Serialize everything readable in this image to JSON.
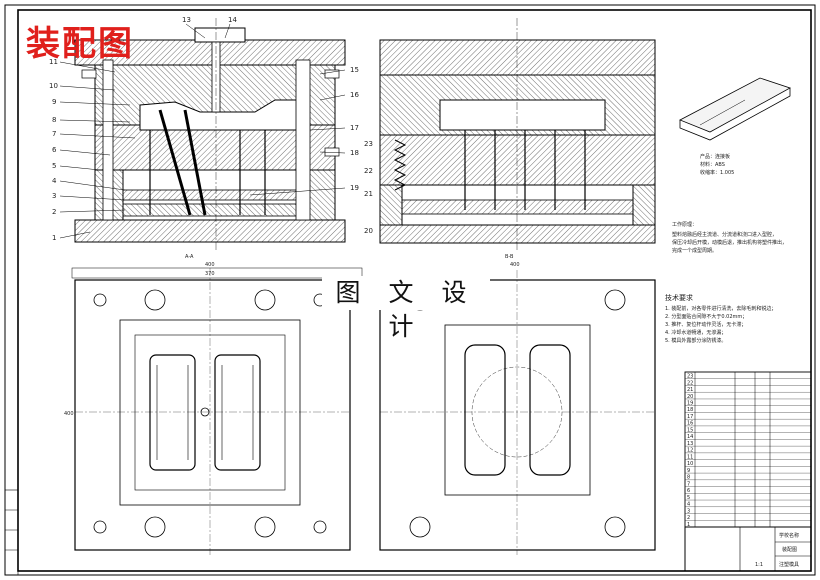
{
  "drawing": {
    "title": "装配图",
    "watermark": "图 文 设 计",
    "part_numbers_left": [
      "11",
      "10",
      "9",
      "8",
      "7",
      "6",
      "5",
      "4",
      "3",
      "2",
      "1"
    ],
    "part_numbers_top": [
      "13",
      "14"
    ],
    "part_numbers_right": [
      "15",
      "16",
      "17",
      "18",
      "19"
    ],
    "part_numbers_right_view": [
      "23",
      "22",
      "21",
      "20"
    ],
    "section_label_a": "A-A",
    "section_label_b": "B-B",
    "dim_400": "400",
    "dim_370": "370",
    "dim_width_plan": "400",
    "dim_side": "400"
  },
  "product": {
    "name_label": "产品：",
    "name_value": "连接板",
    "material_label": "材料：",
    "material_value": "ABS",
    "shrink_label": "收缩率：",
    "shrink_value": "1.005"
  },
  "notes_work": {
    "heading": "工作原理：",
    "lines": [
      "塑料熔融后经主流道、分流道和浇口进入型腔，",
      "保压冷却后开模，动模后退，推出机构将塑件推出，",
      "完成一个成型周期。"
    ]
  },
  "notes_tech": {
    "heading": "技术要求",
    "lines": [
      "1. 装配前，对各零件进行清洗，去除毛刺和锐边；",
      "2. 分型面贴合间隙不大于0.02mm；",
      "3. 推杆、复位杆动作灵活，无卡滞；",
      "4. 冷却水道畅通，无渗漏；",
      "5. 模具外露部分涂防锈漆。"
    ]
  },
  "bom": {
    "rows": [
      "23",
      "22",
      "21",
      "20",
      "19",
      "18",
      "17",
      "16",
      "15",
      "14",
      "13",
      "12",
      "11",
      "10",
      "9",
      "8",
      "7",
      "6",
      "5",
      "4",
      "3",
      "2",
      "1"
    ]
  },
  "title_block": {
    "school": "学校名称",
    "drawing_name": "装配图",
    "drawing_no": "注塑模具",
    "sheet": "1:1"
  }
}
